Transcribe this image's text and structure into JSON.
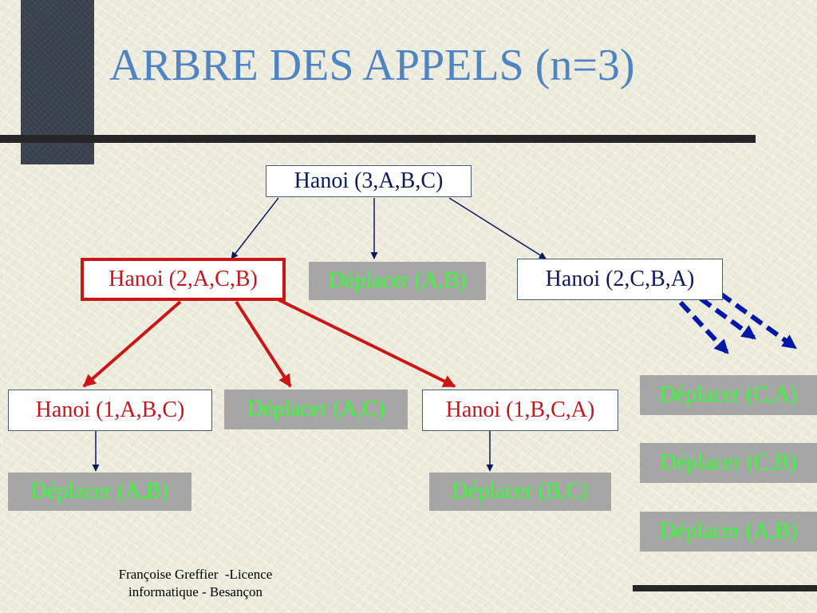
{
  "title": "ARBRE DES APPELS (n=3)",
  "nodes": {
    "root": "Hanoi (3,A,B,C)",
    "left": "Hanoi (2,A,C,B)",
    "mid_move": "Déplacer (A,B)",
    "right": "Hanoi (2,C,B,A)",
    "ll": "Hanoi (1,A,B,C)",
    "lm": "Déplacer (A,C)",
    "lr": "Hanoi (1,B,C,A)",
    "ll_move": "Déplacer (A,B)",
    "lr_move": "Déplacer (B,C)",
    "r1": "Déplacer (C,A)",
    "r2": "Déplacer (C,B)",
    "r3": "Déplacer (A,B)"
  },
  "footer": {
    "line1": "Françoise Greffier  -Licence",
    "line2": "informatique - Besançon"
  },
  "colors": {
    "title": "#4f83c2",
    "navy_text": "#0b1a5c",
    "red_text": "#c8151b",
    "move_text": "#33ff33",
    "move_fill": "#a6a6a6",
    "highlight": "#cc1515"
  }
}
